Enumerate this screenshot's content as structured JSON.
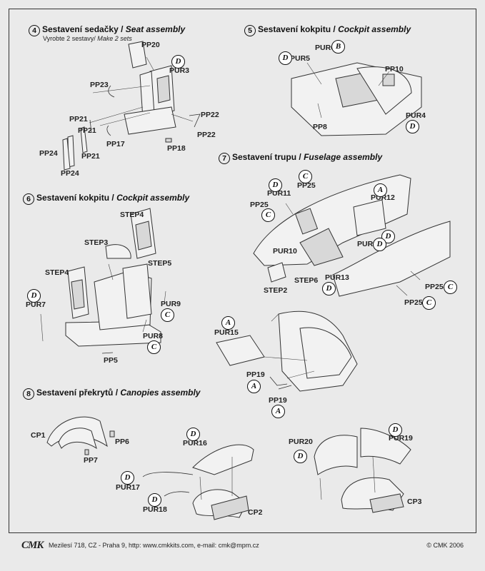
{
  "sections": {
    "s4": {
      "num": "4",
      "title": "Sestavení sedačky",
      "title_en": "Seat assembly",
      "sub": "Vyrobte 2 sestavy/",
      "sub_en": "Make 2 sets"
    },
    "s5": {
      "num": "5",
      "title": "Sestavení kokpitu",
      "title_en": "Cockpit assembly"
    },
    "s6": {
      "num": "6",
      "title": "Sestavení kokpitu",
      "title_en": "Cockpit assembly"
    },
    "s7": {
      "num": "7",
      "title": "Sestavení trupu",
      "title_en": "Fuselage assembly"
    },
    "s8": {
      "num": "8",
      "title": "Sestavení překrytů",
      "title_en": "Canopies assembly"
    }
  },
  "sep": "/",
  "labels": {
    "pp20": "PP20",
    "pur3": "PUR3",
    "pp23": "PP23",
    "pp21a": "PP21",
    "pp21b": "PP21",
    "pp22a": "PP22",
    "pp22b": "PP22",
    "pp17": "PP17",
    "pp18": "PP18",
    "pp24a": "PP24",
    "pp24b": "PP24",
    "pur6": "PUR6",
    "pur5": "PUR5",
    "pp10": "PP10",
    "pur4": "PUR4",
    "pp8": "PP8",
    "step4a": "STEP4",
    "step3": "STEP3",
    "step5": "STEP5",
    "step4b": "STEP4",
    "pur7": "PUR7",
    "pur9": "PUR9",
    "pur8": "PUR8",
    "pp5": "PP5",
    "pp25a": "PP25",
    "pur11": "PUR11",
    "pur12": "PUR12",
    "pp25b": "PP25",
    "pur10": "PUR10",
    "pur14": "PUR14",
    "step2": "STEP2",
    "step6": "STEP6",
    "pur13": "PUR13",
    "pp25c": "PP25",
    "pp25d": "PP25",
    "pur15": "PUR15",
    "pp19a": "PP19",
    "pp19b": "PP19",
    "cp1": "CP1",
    "pp6": "PP6",
    "pp7": "PP7",
    "pur16": "PUR16",
    "pur17": "PUR17",
    "pur18": "PUR18",
    "cp2": "CP2",
    "pur20": "PUR20",
    "pur19": "PUR19",
    "cp3": "CP3"
  },
  "badges": {
    "b1": "D",
    "b2": "D",
    "b3": "B",
    "b4": "D",
    "b5": "D",
    "b6": "C",
    "b7": "D",
    "b8": "C",
    "b9": "C",
    "b10": "A",
    "b11": "C",
    "b12": "D",
    "b13": "D",
    "b14": "C",
    "b15": "C",
    "b16": "A",
    "b17": "A",
    "b18": "A",
    "b19": "D",
    "b20": "D",
    "b21": "D",
    "b22": "D",
    "b23": "D",
    "b24": "D"
  },
  "footer": {
    "logo": "CMK",
    "address": "Mezilesí 718, CZ - Praha 9,  http: www.cmkkits.com, e-mail: cmk@mpm.cz",
    "copyright": "© CMK 2006"
  }
}
